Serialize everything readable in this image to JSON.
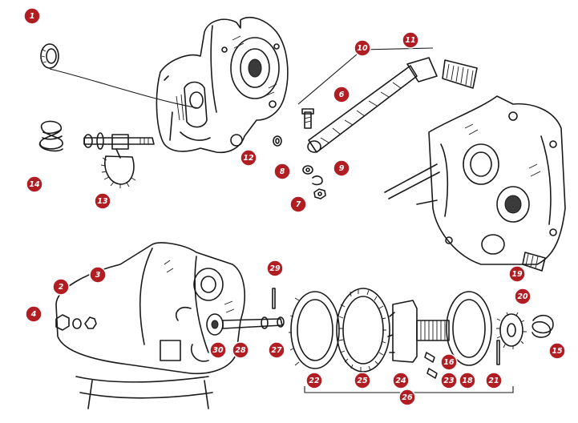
{
  "colors": {
    "badge": "#b01e23",
    "line": "#1a1a1a"
  },
  "callouts": [
    {
      "n": "1"
    },
    {
      "n": "2"
    },
    {
      "n": "3"
    },
    {
      "n": "4"
    },
    {
      "n": "6"
    },
    {
      "n": "7"
    },
    {
      "n": "8"
    },
    {
      "n": "9"
    },
    {
      "n": "10"
    },
    {
      "n": "11"
    },
    {
      "n": "12"
    },
    {
      "n": "13"
    },
    {
      "n": "14"
    },
    {
      "n": "15"
    },
    {
      "n": "16"
    },
    {
      "n": "18"
    },
    {
      "n": "19"
    },
    {
      "n": "20"
    },
    {
      "n": "21"
    },
    {
      "n": "22"
    },
    {
      "n": "23"
    },
    {
      "n": "24"
    },
    {
      "n": "25"
    },
    {
      "n": "26"
    },
    {
      "n": "27"
    },
    {
      "n": "28"
    },
    {
      "n": "29"
    },
    {
      "n": "30"
    }
  ]
}
